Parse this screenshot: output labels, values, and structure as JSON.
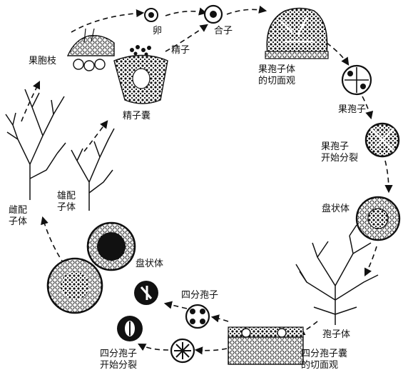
{
  "labels": {
    "egg": "卵",
    "zygote": "合子",
    "sperm": "精子",
    "spermatangium": "精子囊",
    "carpogonial_branch": "果胞枝",
    "cystocarp_section": [
      "果孢子体",
      "的切面观"
    ],
    "carpospore": "果孢子",
    "carpospore_division": [
      "果孢子",
      "开始分裂"
    ],
    "disc_right": "盘状体",
    "tetrasporophyte": "孢子体",
    "tetrasporangium_section": [
      "四分孢子囊",
      "的切面观"
    ],
    "tetraspore_division": [
      "四分孢子",
      "开始分裂"
    ],
    "tetraspore": "四分孢子",
    "disc_left": "盘状体",
    "female_gametophyte": [
      "雌配",
      "子体"
    ],
    "male_gametophyte": [
      "雄配",
      "子体"
    ]
  }
}
